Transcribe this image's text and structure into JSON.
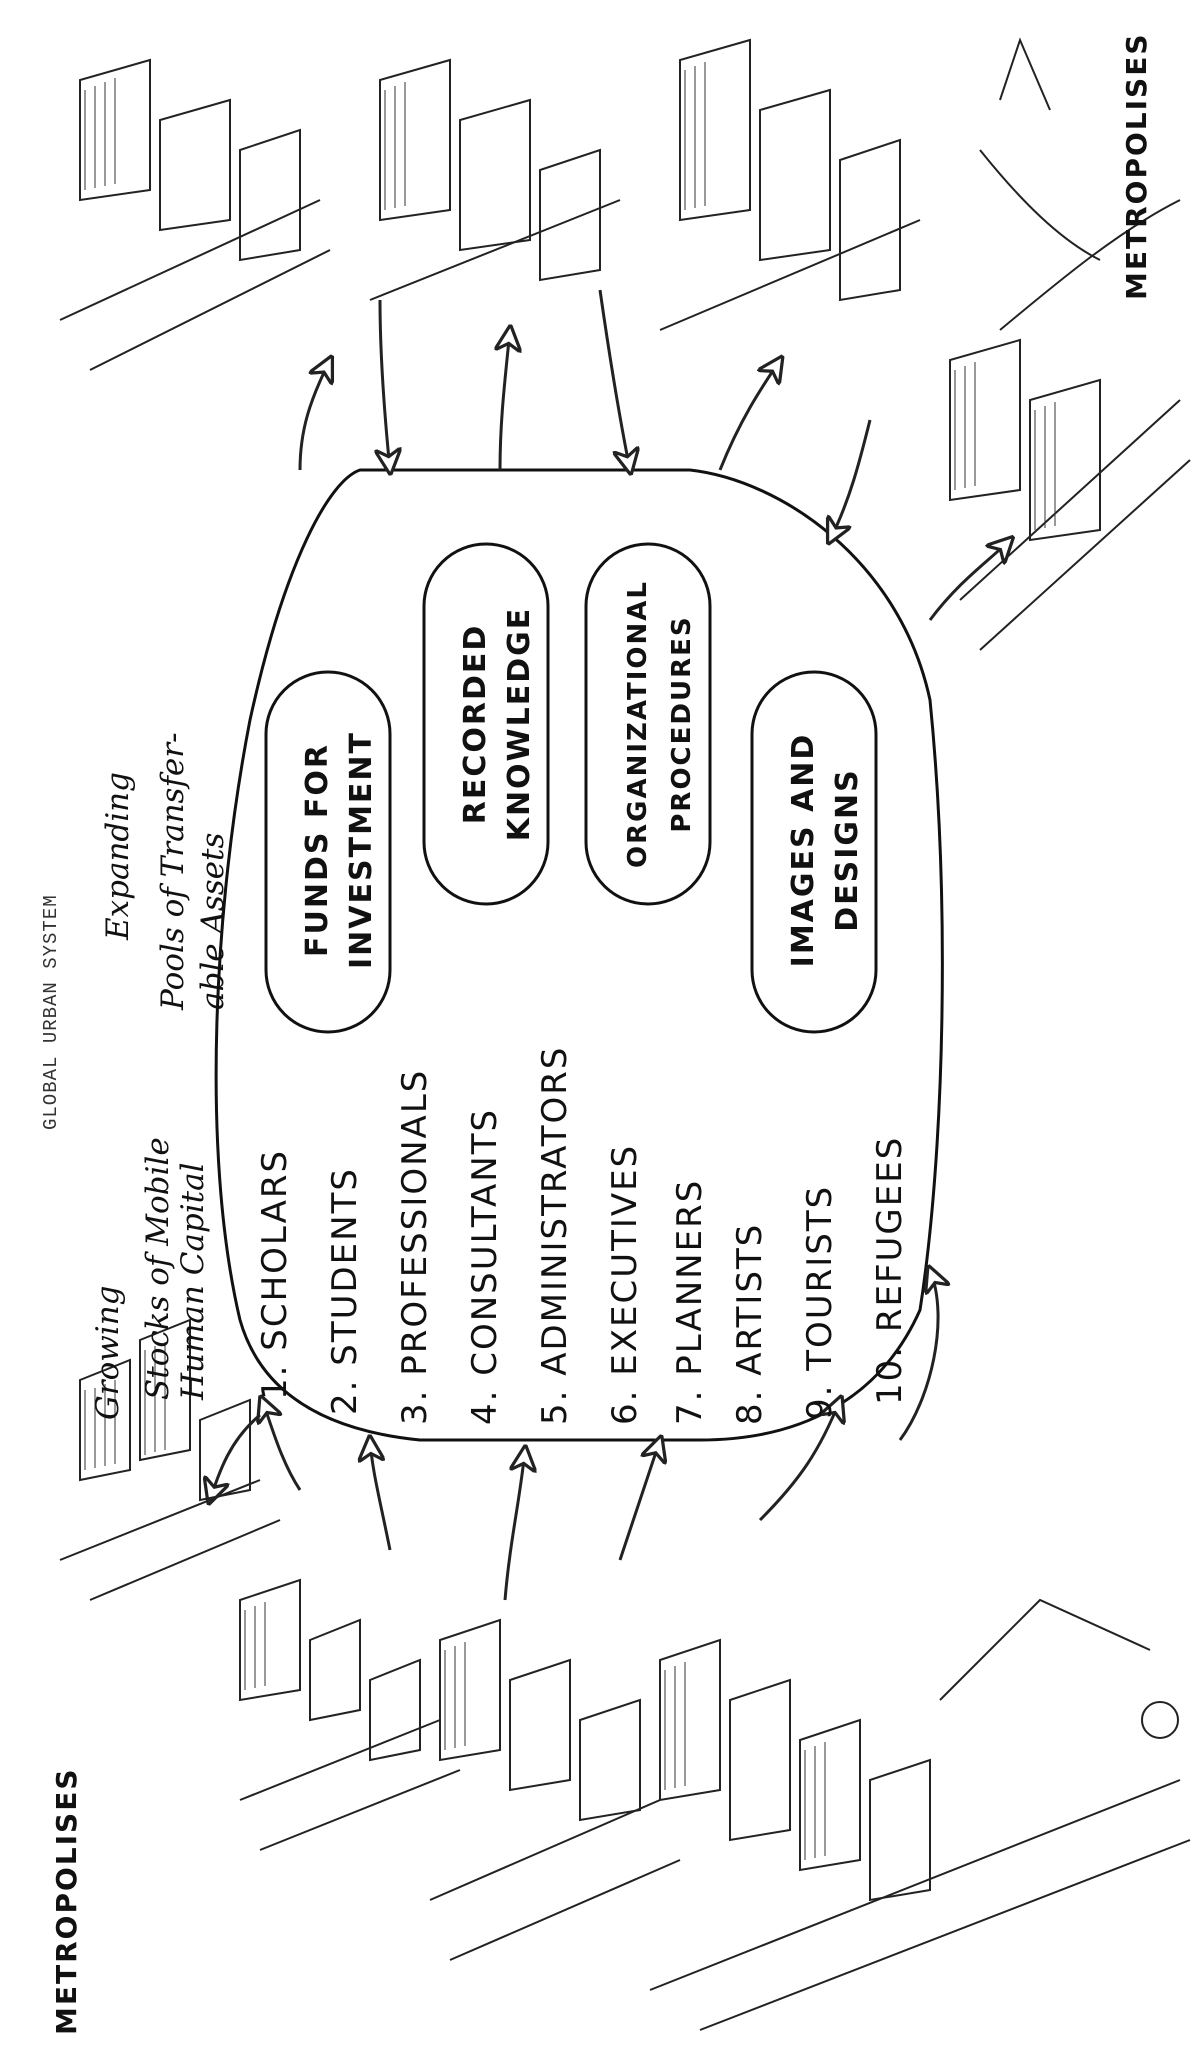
{
  "title": "GLOBAL URBAN SYSTEM",
  "left_label": "METROPOLISES",
  "right_label": "METROPOLISES",
  "human_capital": {
    "heading_lines": [
      "Growing",
      "Stocks of Mobile",
      "Human Capital"
    ],
    "items": [
      "1. SCHOLARS",
      "2. STUDENTS",
      "3. PROFESSIONALS",
      "4. CONSULTANTS",
      "5. ADMINISTRATORS",
      "6. EXECUTIVES",
      "7. PLANNERS",
      "8. ARTISTS",
      "9. TOURISTS",
      "10. REFUGEES"
    ]
  },
  "assets": {
    "heading_lines": [
      "Expanding",
      "Pools of Transfer-",
      "able Assets"
    ],
    "pools": [
      {
        "line1": "FUNDS FOR",
        "line2": "INVESTMENT"
      },
      {
        "line1": "RECORDED",
        "line2": "KNOWLEDGE"
      },
      {
        "line1": "ORGANIZATIONAL",
        "line2": "PROCEDURES"
      },
      {
        "line1": "IMAGES AND",
        "line2": "DESIGNS"
      }
    ]
  }
}
